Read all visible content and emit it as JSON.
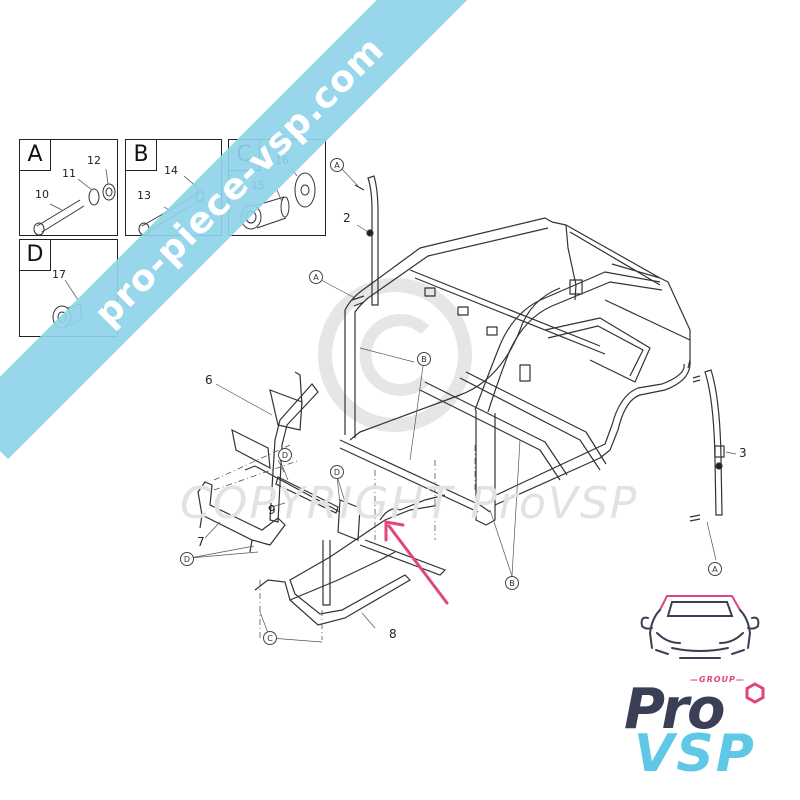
{
  "watermark": {
    "site_text": "pro-piece-vsp.com",
    "copyright_text": "COPYRIGHT ProVSP",
    "band_color": "#8fd3ea"
  },
  "detail_boxes": [
    {
      "letter": "A",
      "parts": [
        "10",
        "11",
        "12"
      ]
    },
    {
      "letter": "B",
      "parts": [
        "13",
        "14"
      ]
    },
    {
      "letter": "C",
      "parts": [
        "15",
        "16"
      ]
    },
    {
      "letter": "D",
      "parts": [
        "17"
      ]
    }
  ],
  "part_numbers": {
    "p2": "2",
    "p3": "3",
    "p6": "6",
    "p7": "7",
    "p8": "8",
    "p9": "9"
  },
  "fastener_callouts": {
    "A": "A",
    "B": "B",
    "C": "C",
    "D": "D"
  },
  "highlight_arrow": {
    "color": "#e0457b",
    "target": "front frame tube joint"
  },
  "logo": {
    "group": "—GROUP—",
    "pro": "Pro",
    "vsp": "VSP",
    "pro_color": "#3a3f55",
    "vsp_color": "#5ec8e6",
    "accent_color": "#e0457b"
  }
}
